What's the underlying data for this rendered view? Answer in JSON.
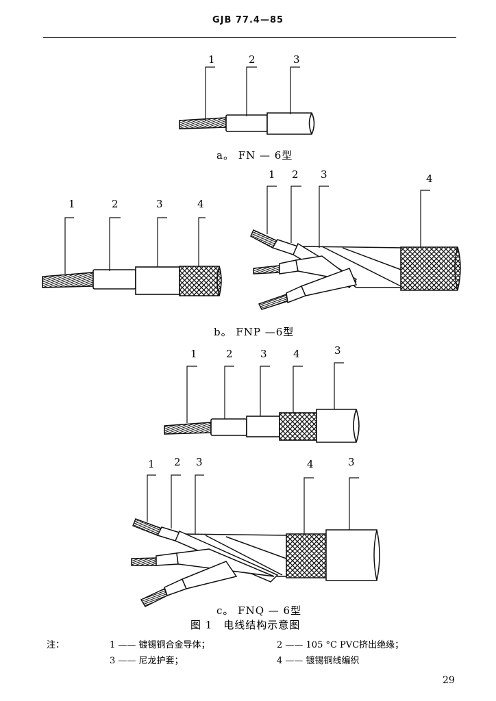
{
  "header": {
    "standard": "GJB 77.4—85"
  },
  "figure": {
    "title": "图 1　电线结构示意图",
    "sub_a": {
      "caption": "a。 FN — 6型",
      "callouts": [
        "1",
        "2",
        "3"
      ]
    },
    "sub_b_single": {
      "callouts": [
        "1",
        "2",
        "3",
        "4"
      ]
    },
    "sub_b_multi": {
      "callouts": [
        "1",
        "2",
        "3",
        "4"
      ]
    },
    "sub_b": {
      "caption": "b。 FNP —6型"
    },
    "sub_c_single": {
      "callouts": [
        "1",
        "2",
        "3",
        "4",
        "3"
      ]
    },
    "sub_c_multi": {
      "callouts": [
        "1",
        "2",
        "3",
        "4",
        "3"
      ]
    },
    "sub_c": {
      "caption": "c。 FNQ — 6型"
    }
  },
  "legend": {
    "note_label": "注：",
    "items": [
      "1 —— 镀锡铜合金导体；",
      "2 —— 105 °C PVC挤出绝缘；",
      "3 —— 尼龙护套；",
      "4 —— 镀锡铜线编织"
    ]
  },
  "page_number": "29"
}
